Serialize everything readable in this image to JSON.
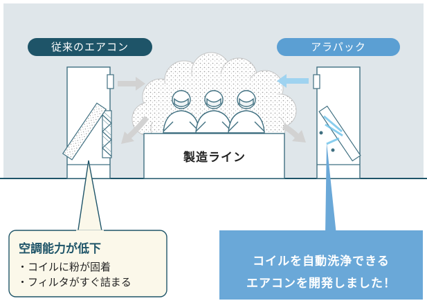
{
  "labels": {
    "conventional": "従来のエアコン",
    "arapack": "アラパック",
    "production_line": "製造ライン"
  },
  "problem_box": {
    "title": "空調能力が低下",
    "bullet1": "・コイルに粉が固着",
    "bullet2": "・フィルタがすぐ詰まる"
  },
  "solution_box": {
    "line1": "コイルを自動洗浄できる",
    "line2": "エアコンを開発しました！"
  },
  "colors": {
    "background": "#dfe6ea",
    "dark_teal": "#1e5468",
    "light_blue": "#5b9fd3",
    "problem_box_fill": "#fbf8ea",
    "arrow_gray": "#d2d2d2",
    "arrow_blue": "#9fd3f0"
  }
}
